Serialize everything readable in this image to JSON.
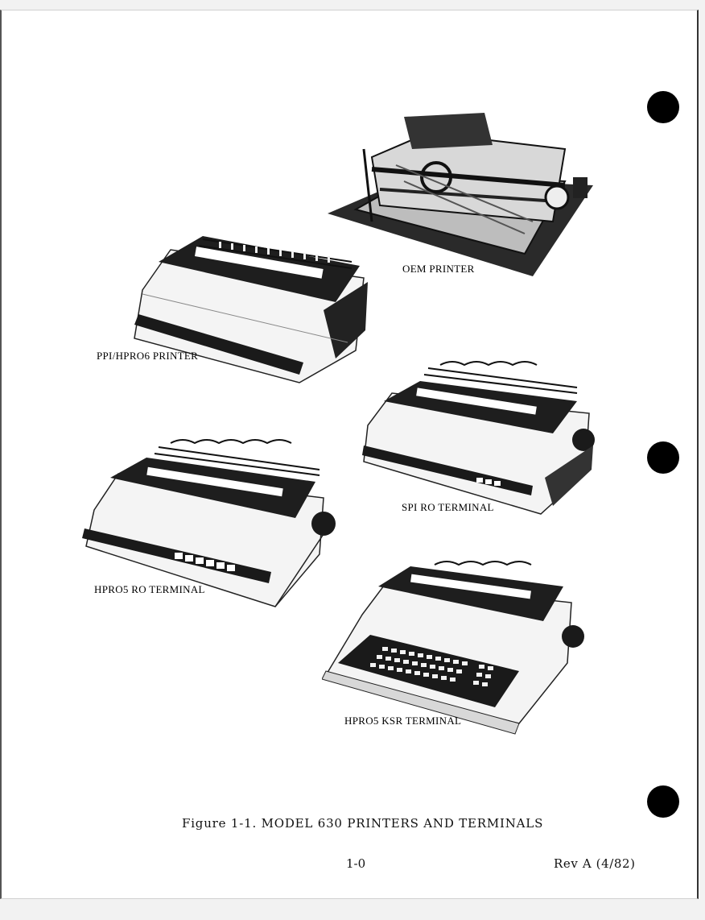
{
  "devices": [
    {
      "label": "OEM PRINTER",
      "icon": "oem-printer-illustration"
    },
    {
      "label": "PPI/HPRO6 PRINTER",
      "icon": "ppi-hpro6-printer-illustration"
    },
    {
      "label": "SPI RO TERMINAL",
      "icon": "spi-ro-terminal-illustration"
    },
    {
      "label": "HPRO5 RO TERMINAL",
      "icon": "hpro5-ro-terminal-illustration"
    },
    {
      "label": "HPRO5 KSR TERMINAL",
      "icon": "hpro5-ksr-terminal-illustration"
    }
  ],
  "caption": "Figure 1-1.  MODEL 630 PRINTERS AND TERMINALS",
  "page_number": "1-0",
  "revision": "Rev A (4/82)",
  "colors": {
    "ink": "#111111",
    "paper": "#ffffff",
    "device_body": "#ececec",
    "device_dark": "#1a1a1a"
  }
}
